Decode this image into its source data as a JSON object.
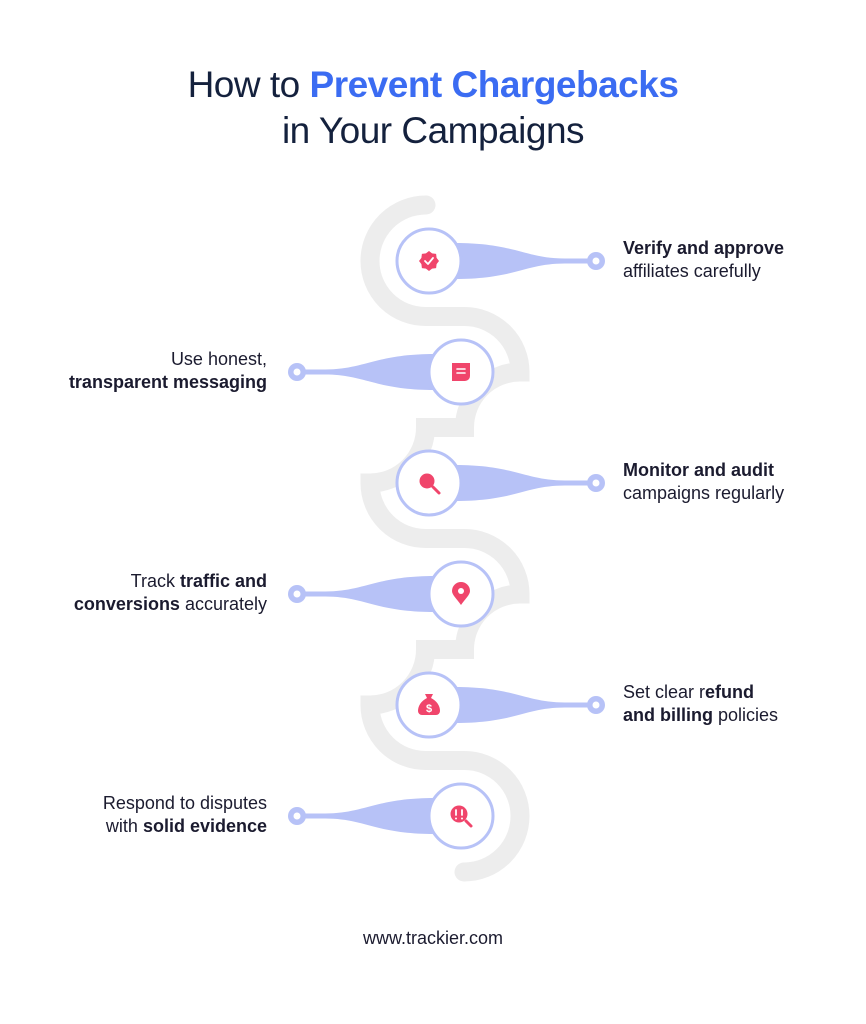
{
  "title": {
    "line1_prefix": "How to ",
    "line1_accent": "Prevent Chargebacks",
    "line2": "in Your Campaigns"
  },
  "colors": {
    "accent": "#3b6cf2",
    "connector": "#b7c2f7",
    "icon": "#f0456b",
    "track": "#ededed",
    "node_ring": "#b7c2f7"
  },
  "steps": [
    {
      "side": "right",
      "icon": "verified-badge-icon",
      "parts": [
        {
          "t": "Verify and approve",
          "b": true
        },
        {
          "t": "\naffiliates carefully",
          "b": false
        }
      ]
    },
    {
      "side": "left",
      "icon": "message-bubble-icon",
      "parts": [
        {
          "t": "Use honest,",
          "b": false
        },
        {
          "t": "\ntransparent messaging",
          "b": true
        }
      ]
    },
    {
      "side": "right",
      "icon": "search-icon",
      "parts": [
        {
          "t": "Monitor and audit",
          "b": true
        },
        {
          "t": "\ncampaigns regularly",
          "b": false
        }
      ]
    },
    {
      "side": "left",
      "icon": "location-pin-icon",
      "parts": [
        {
          "t": "Track ",
          "b": false
        },
        {
          "t": "traffic and",
          "b": true
        },
        {
          "t": "\n",
          "b": false
        },
        {
          "t": "conversions",
          "b": true
        },
        {
          "t": " accurately",
          "b": false
        }
      ]
    },
    {
      "side": "right",
      "icon": "money-bag-icon",
      "parts": [
        {
          "t": "Set clear r",
          "b": false
        },
        {
          "t": "efund",
          "b": true
        },
        {
          "t": "\n",
          "b": false
        },
        {
          "t": "and billing",
          "b": true
        },
        {
          "t": " policies",
          "b": false
        }
      ]
    },
    {
      "side": "left",
      "icon": "evidence-search-icon",
      "parts": [
        {
          "t": "Respond to disputes",
          "b": false
        },
        {
          "t": "\nwith ",
          "b": false
        },
        {
          "t": "solid evidence",
          "b": true
        }
      ]
    }
  ],
  "footer": "www.trackier.com"
}
